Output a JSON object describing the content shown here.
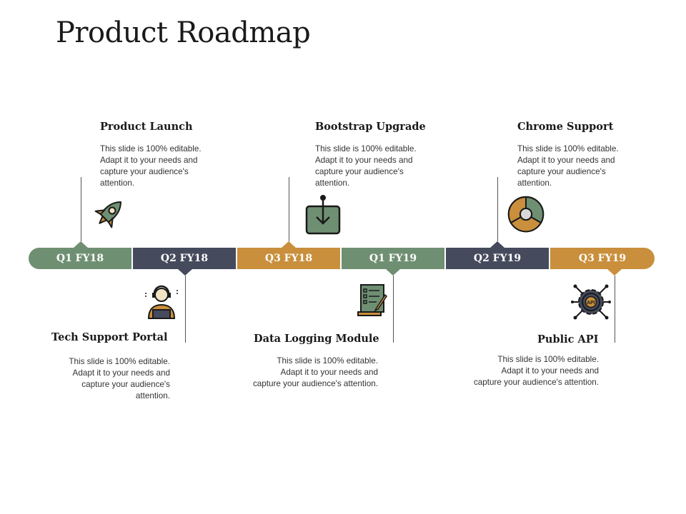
{
  "title": "Product Roadmap",
  "colors": {
    "green": "#6f8f72",
    "slate": "#454a5c",
    "gold": "#c98f3c"
  },
  "segments": [
    {
      "label": "Q1 FY18"
    },
    {
      "label": "Q2 FY18"
    },
    {
      "label": "Q3 FY18"
    },
    {
      "label": "Q1 FY19"
    },
    {
      "label": "Q2 FY19"
    },
    {
      "label": "Q3 FY19"
    }
  ],
  "top_items": [
    {
      "heading": "Product Launch",
      "body": "This slide is 100% editable.\nAdapt it to your needs and\ncapture your audience's\nattention.",
      "icon": "rocket-icon"
    },
    {
      "heading": "Bootstrap Upgrade",
      "body": "This slide is 100% editable.\nAdapt it to your needs and\ncapture your audience's\nattention.",
      "icon": "download-icon"
    },
    {
      "heading": "Chrome Support",
      "body": "This slide is 100% editable.\nAdapt it to your needs and\ncapture your audience's\nattention.",
      "icon": "chrome-icon"
    }
  ],
  "bottom_items": [
    {
      "heading": "Tech Support Portal",
      "body": "This slide is 100% editable.\nAdapt it to your needs and\ncapture your audience's\nattention.",
      "icon": "support-agent-icon"
    },
    {
      "heading": "Data Logging Module",
      "body": "This slide is 100% editable.\nAdapt it to your needs and\ncapture your audience's attention.",
      "icon": "checklist-icon"
    },
    {
      "heading": "Public API",
      "body": "This slide is 100% editable.\nAdapt it to your needs and\ncapture your audience's attention.",
      "icon": "api-gear-icon"
    }
  ]
}
